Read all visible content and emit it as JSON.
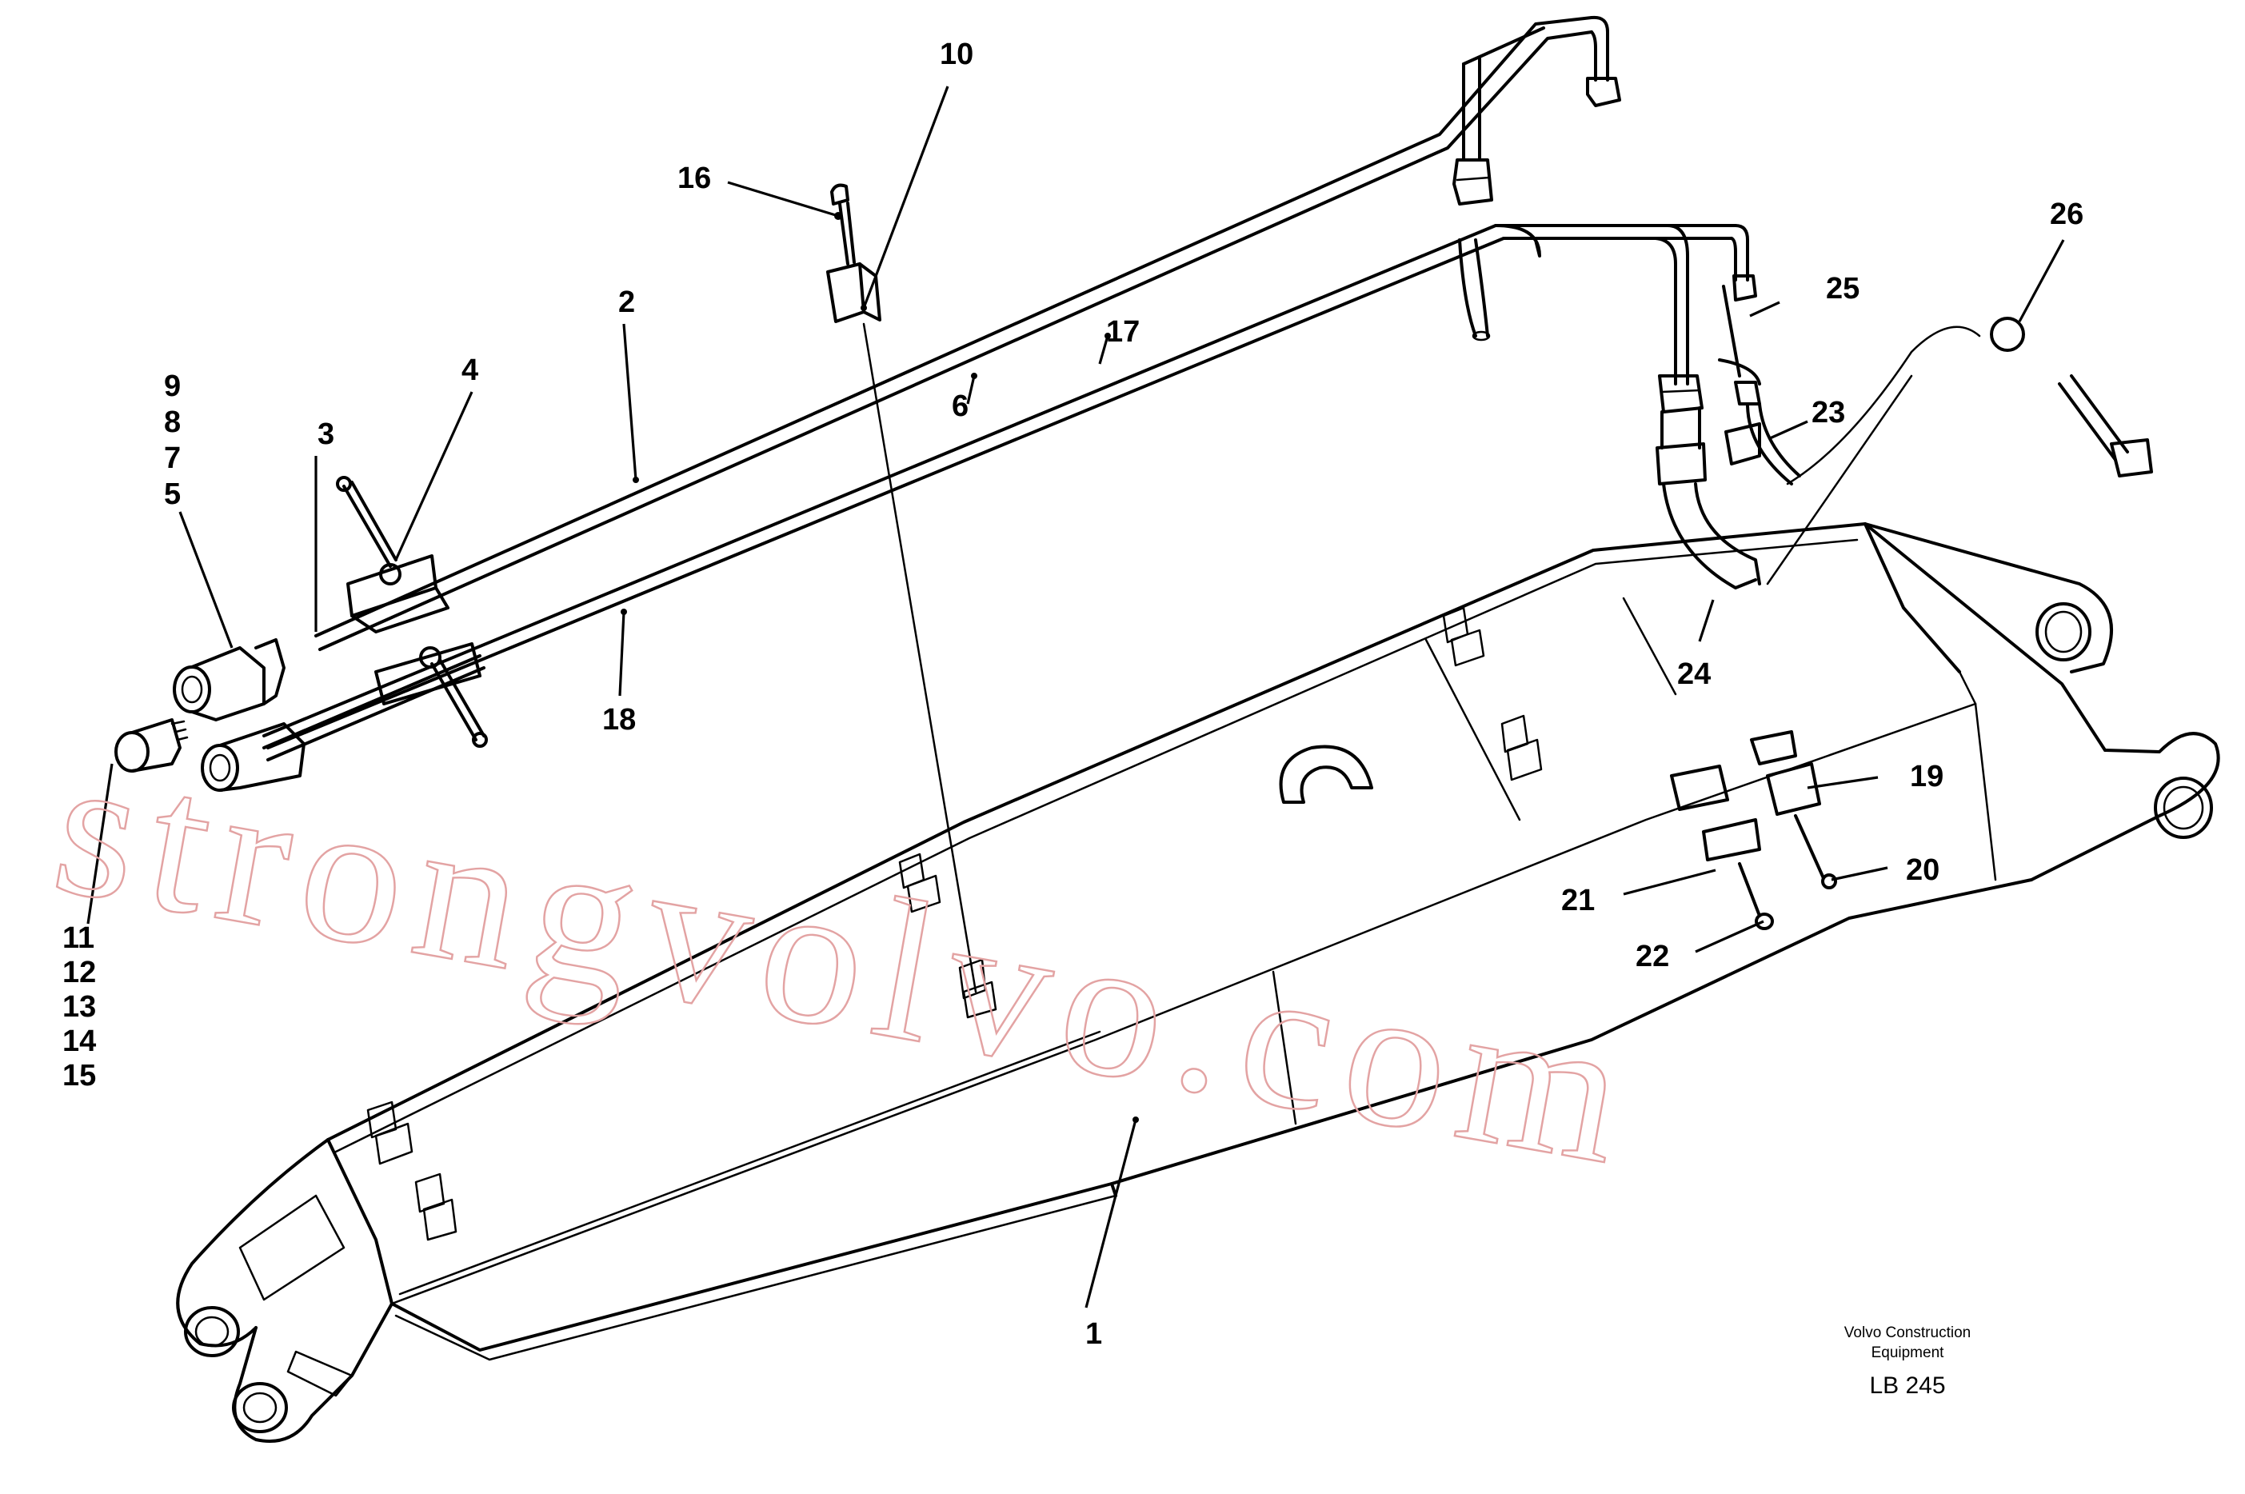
{
  "callouts": {
    "c1": "1",
    "c2": "2",
    "c3": "3",
    "c4": "4",
    "c5": "5",
    "c6": "6",
    "c7": "7",
    "c8": "8",
    "c9": "9",
    "c10": "10",
    "c11": "11",
    "c12": "12",
    "c13": "13",
    "c14": "14",
    "c15": "15",
    "c16": "16",
    "c17": "17",
    "c18": "18",
    "c19": "19",
    "c20": "20",
    "c21": "21",
    "c22": "22",
    "c23": "23",
    "c24": "24",
    "c25": "25",
    "c26": "26"
  },
  "caption": {
    "line1": "Volvo Construction",
    "line2": "Equipment",
    "code": "LB 245"
  },
  "watermark": {
    "text": "strongvolvo.com",
    "color": "#e3a3a3"
  }
}
